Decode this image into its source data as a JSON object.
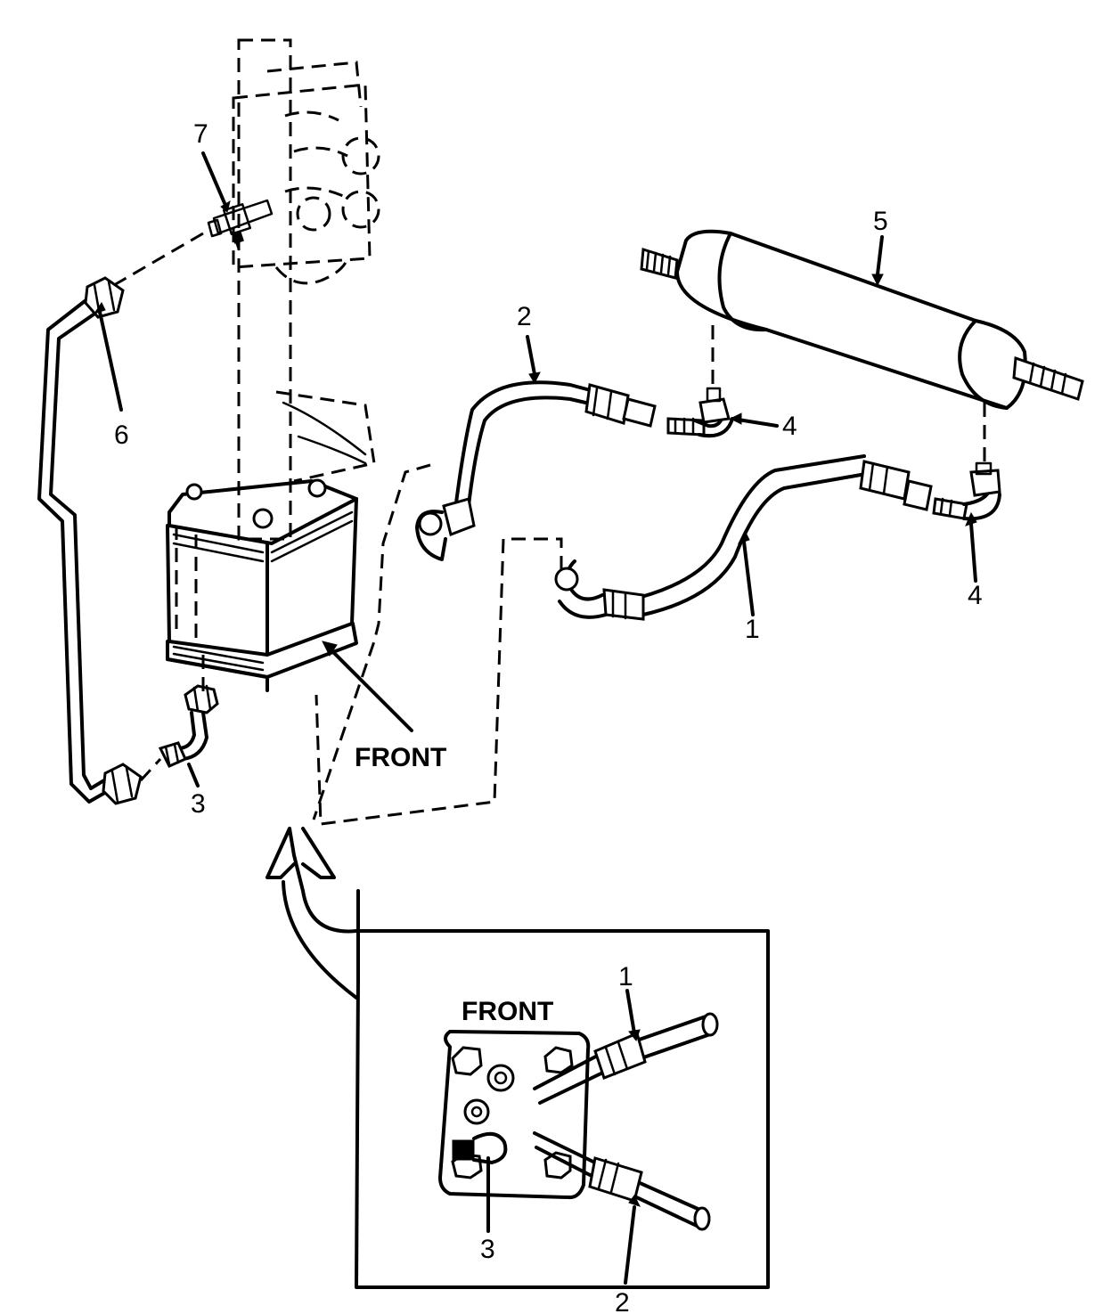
{
  "labels": {
    "front_main": "FRONT",
    "front_inset": "FRONT"
  },
  "callouts": {
    "main_1": "1",
    "main_2": "2",
    "main_3": "3",
    "main_4_top": "4",
    "main_4_bottom": "4",
    "main_5": "5",
    "main_6": "6",
    "main_7": "7",
    "inset_1": "1",
    "inset_2": "2",
    "inset_3": "3"
  },
  "colors": {
    "ink": "#000000",
    "paper": "#ffffff"
  }
}
